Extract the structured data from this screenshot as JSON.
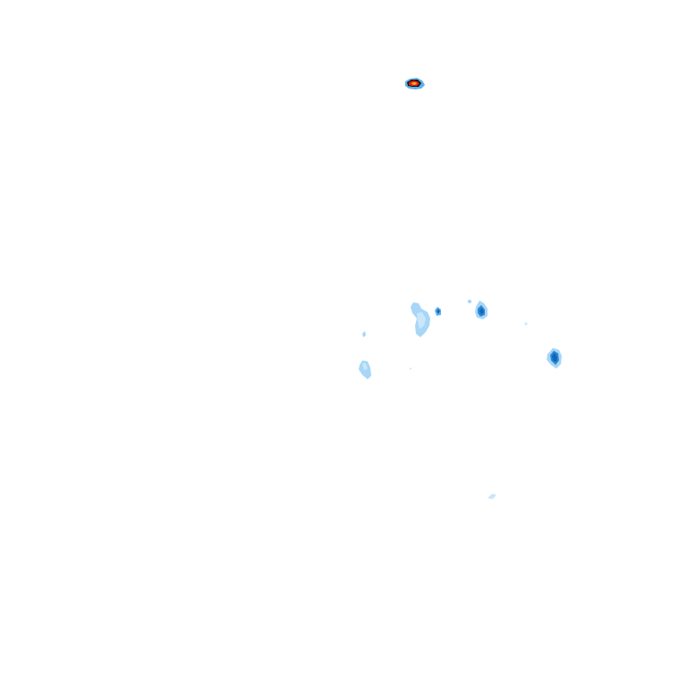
{
  "radar_overlay": {
    "background": "#ffffff",
    "palette": {
      "very_light": "#c9e6fb",
      "light": "#a7d6f7",
      "medium": "#5fb0ea",
      "blue": "#2b8ad8",
      "dark_blue": "#1565b8",
      "red": "#d9261c",
      "orange": "#f5a623",
      "black": "#111111"
    },
    "cells": [
      {
        "name": "precip-cell-north-intense",
        "intensity": "extreme"
      },
      {
        "name": "precip-cell-center-light",
        "intensity": "light"
      },
      {
        "name": "precip-cell-center-small",
        "intensity": "moderate"
      },
      {
        "name": "precip-cell-center-east",
        "intensity": "moderate"
      },
      {
        "name": "precip-cell-east",
        "intensity": "moderate"
      },
      {
        "name": "precip-cell-west",
        "intensity": "light"
      },
      {
        "name": "precip-cell-south",
        "intensity": "very-light"
      },
      {
        "name": "precip-speck",
        "intensity": "very-light"
      }
    ]
  }
}
